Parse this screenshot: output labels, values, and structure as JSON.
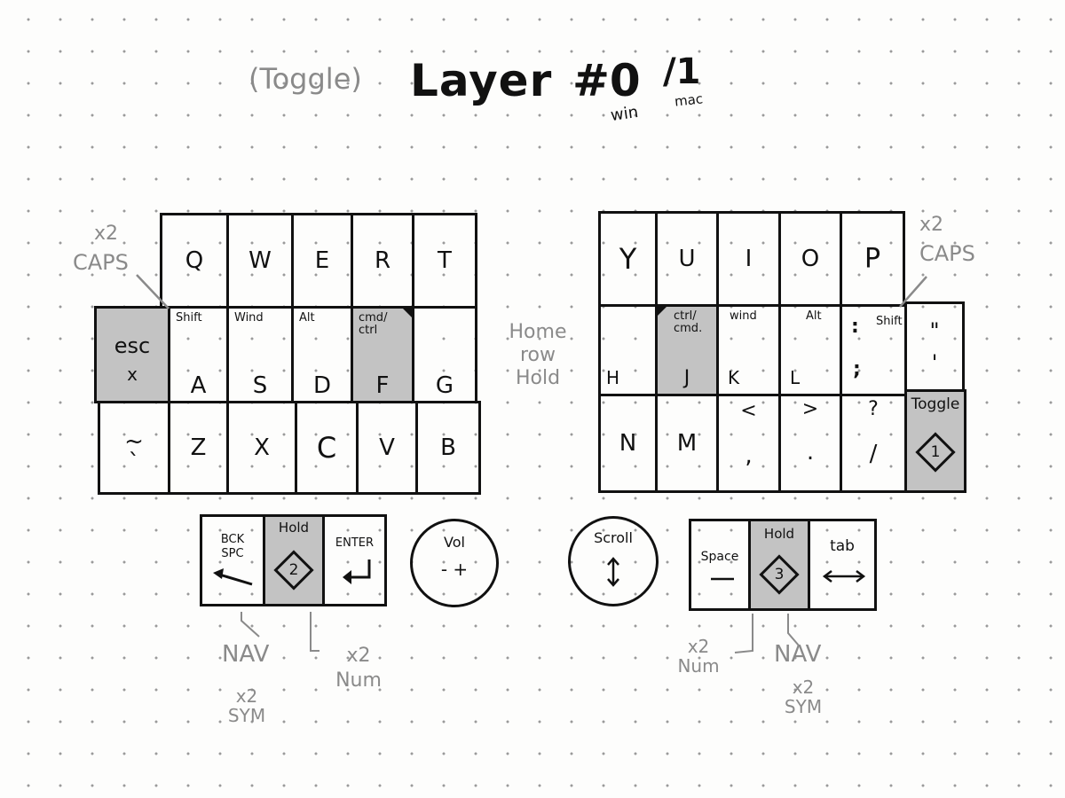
{
  "title": {
    "toggle_note": "(Toggle)",
    "main": "Layer",
    "number": "#0",
    "alt_number": "/1",
    "os_primary": "win",
    "os_secondary": "mac"
  },
  "left_half": {
    "rows": [
      [
        {
          "main": "Q"
        },
        {
          "main": "W"
        },
        {
          "main": "E"
        },
        {
          "main": "R"
        },
        {
          "main": "T"
        }
      ],
      [
        {
          "main": "A",
          "hold": "Shift"
        },
        {
          "main": "S",
          "hold": "Wind"
        },
        {
          "main": "D",
          "hold": "Alt"
        },
        {
          "main": "F",
          "hold": "cmd/ ctrl"
        },
        {
          "main": "G"
        }
      ],
      [
        {
          "main": "Z"
        },
        {
          "main": "X"
        },
        {
          "main": "C"
        },
        {
          "main": "V"
        },
        {
          "main": "B"
        }
      ]
    ],
    "esc_key": {
      "top": "esc",
      "bottom": "x"
    },
    "tilde_key": {
      "top": "~",
      "bottom": "`"
    },
    "caps_note": {
      "count": "x2",
      "label": "CAPS"
    }
  },
  "right_half": {
    "rows": [
      [
        {
          "main": "Y"
        },
        {
          "main": "U"
        },
        {
          "main": "I"
        },
        {
          "main": "O"
        },
        {
          "main": "P"
        }
      ],
      [
        {
          "main": "H"
        },
        {
          "main": "J",
          "hold": "ctrl/ cmd."
        },
        {
          "main": "K",
          "hold": "wind"
        },
        {
          "main": "L",
          "hold": "Alt"
        },
        {
          "main": ";",
          "shift": ":",
          "hold": "Shift"
        }
      ],
      [
        {
          "main": "N"
        },
        {
          "main": "M"
        },
        {
          "main": ",",
          "shift": "<"
        },
        {
          "main": ".",
          "shift": ">"
        },
        {
          "main": "/",
          "shift": "?"
        }
      ]
    ],
    "quote_key": {
      "top": "\"",
      "bottom": "'"
    },
    "toggle_key": {
      "label": "Toggle",
      "layer": "1"
    },
    "caps_note": {
      "count": "x2",
      "label": "CAPS"
    }
  },
  "home_row_note": "Home row Hold",
  "left_thumb": {
    "backspace": {
      "label": "BCK SPC",
      "icon": "arrow-left-icon"
    },
    "hold_key": {
      "label": "Hold",
      "layer": "2"
    },
    "enter": {
      "label": "ENTER",
      "icon": "enter-arrow-icon"
    }
  },
  "right_thumb": {
    "space": {
      "label": "Space",
      "icon": "space-bar-icon"
    },
    "hold_key": {
      "label": "Hold",
      "layer": "3"
    },
    "tab": {
      "label": "tab",
      "icon": "double-arrow-icon"
    }
  },
  "encoders": {
    "left": {
      "label": "Vol",
      "value": "- +"
    },
    "right": {
      "label": "Scroll",
      "icon": "up-down-arrow-icon"
    }
  },
  "annotations": {
    "left_nav": "NAV",
    "left_sym": "x2 SYM",
    "left_num": "x2 Num",
    "right_num": "x2 Num",
    "right_nav": "NAV",
    "right_sym": "x2 SYM"
  }
}
